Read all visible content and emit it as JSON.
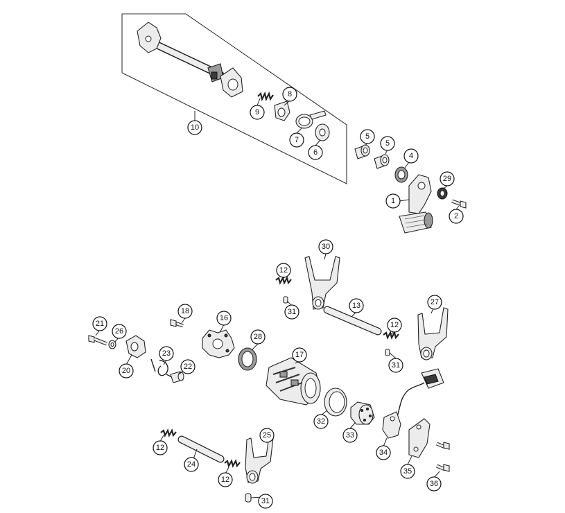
{
  "diagram": {
    "callouts": [
      {
        "id": "c10",
        "label": "10"
      },
      {
        "id": "c9",
        "label": "9"
      },
      {
        "id": "c8",
        "label": "8"
      },
      {
        "id": "c7",
        "label": "7"
      },
      {
        "id": "c6",
        "label": "6"
      },
      {
        "id": "c5a",
        "label": "5"
      },
      {
        "id": "c5b",
        "label": "5"
      },
      {
        "id": "c4",
        "label": "4"
      },
      {
        "id": "c29",
        "label": "29"
      },
      {
        "id": "c1",
        "label": "1"
      },
      {
        "id": "c2",
        "label": "2"
      },
      {
        "id": "c30",
        "label": "30"
      },
      {
        "id": "c12a",
        "label": "12"
      },
      {
        "id": "c31a",
        "label": "31"
      },
      {
        "id": "c13",
        "label": "13"
      },
      {
        "id": "c27",
        "label": "27"
      },
      {
        "id": "c12b",
        "label": "12"
      },
      {
        "id": "c31b",
        "label": "31"
      },
      {
        "id": "c18",
        "label": "18"
      },
      {
        "id": "c16",
        "label": "16"
      },
      {
        "id": "c21",
        "label": "21"
      },
      {
        "id": "c26",
        "label": "26"
      },
      {
        "id": "c28",
        "label": "28"
      },
      {
        "id": "c17",
        "label": "17"
      },
      {
        "id": "c23",
        "label": "23"
      },
      {
        "id": "c22",
        "label": "22"
      },
      {
        "id": "c20",
        "label": "20"
      },
      {
        "id": "c32",
        "label": "32"
      },
      {
        "id": "c33",
        "label": "33"
      },
      {
        "id": "c34",
        "label": "34"
      },
      {
        "id": "c35",
        "label": "35"
      },
      {
        "id": "c36",
        "label": "36"
      },
      {
        "id": "c25",
        "label": "25"
      },
      {
        "id": "c12c",
        "label": "12"
      },
      {
        "id": "c24",
        "label": "24"
      },
      {
        "id": "c12d",
        "label": "12"
      },
      {
        "id": "c31c",
        "label": "31"
      }
    ]
  }
}
